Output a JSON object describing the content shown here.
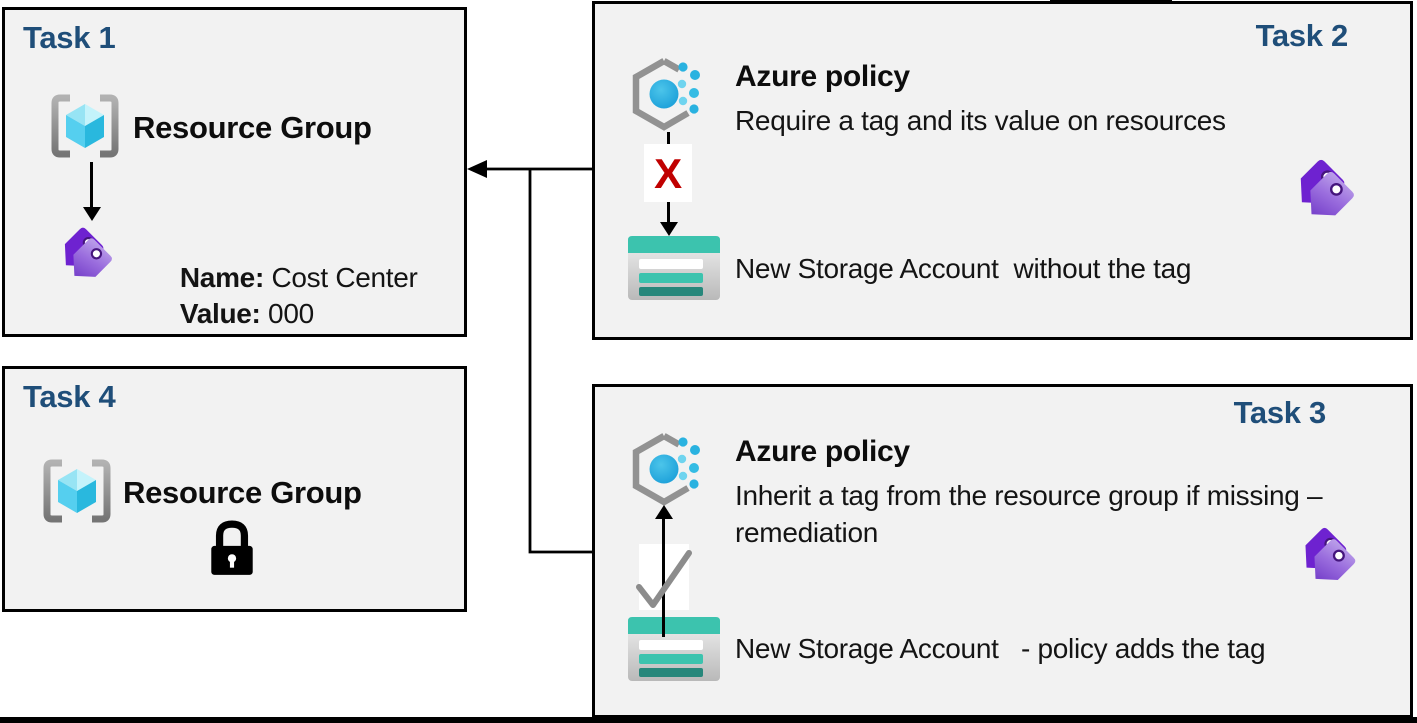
{
  "diagram": {
    "background": "#ffffff",
    "panel_bg": "#f2f2f2",
    "panel_border": "#000000",
    "title_color": "#1f4e79"
  },
  "task1": {
    "title": "Task 1",
    "resource_group_label": "Resource Group",
    "tag_name_label": "Name:",
    "tag_name_value": " Cost Center",
    "tag_value_label": "Value:",
    "tag_value_value": " 000"
  },
  "task2": {
    "title": "Task 2",
    "policy_name": "Azure policy",
    "policy_rule": "Require a tag and its value on resources",
    "deny_mark": "X",
    "storage_label": "New Storage Account  without the tag"
  },
  "task3": {
    "title": "Task 3",
    "policy_name": "Azure policy",
    "policy_rule": "Inherit a tag from the resource group if missing – remediation",
    "storage_label": "New Storage Account   - policy adds the tag"
  },
  "task4": {
    "title": "Task 4",
    "resource_group_label": "Resource Group"
  },
  "icons": {
    "resource_group": "resource-group-icon",
    "azure_policy": "azure-policy-icon",
    "tags": "tag-icon",
    "storage_account": "storage-account-icon",
    "lock": "lock-icon",
    "deny": "deny-x-mark",
    "check": "check-icon"
  },
  "colors": {
    "deny_x": "#c00000",
    "check_gray": "#8c8c8c",
    "storage_teal": "#3cc3ae",
    "storage_teal_dark": "#27877b",
    "policy_blue": "#29aadd",
    "tag_purple_dark": "#6e22d0",
    "tag_purple_light": "#b99ce9",
    "icon_gray": "#8f8f8f",
    "cube_cyan_light": "#c4f3fb",
    "cube_cyan": "#55cfef",
    "cube_cyan_dark": "#29b8de"
  }
}
